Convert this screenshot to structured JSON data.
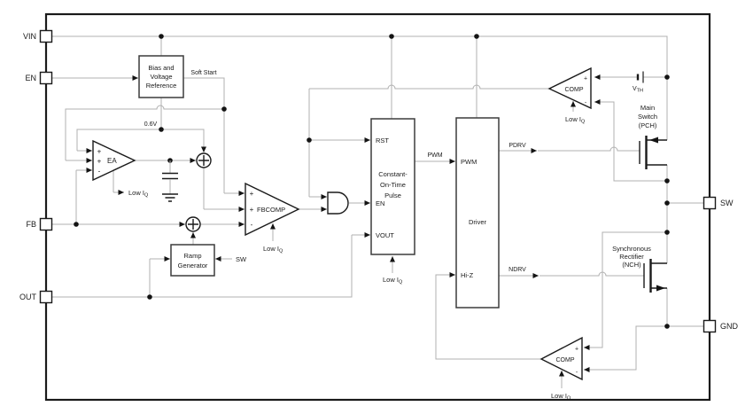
{
  "colors": {
    "wire": "#b0b0b0",
    "ink": "#1a1a1a",
    "block_border": "#3c3c3c",
    "background": "#ffffff"
  },
  "pins": {
    "vin": "VIN",
    "en": "EN",
    "fb": "FB",
    "out": "OUT",
    "sw": "SW",
    "gnd": "GND"
  },
  "blocks": {
    "bias": {
      "line1": "Bias and",
      "line2": "Voltage",
      "line3": "Reference"
    },
    "ramp": {
      "line1": "Ramp",
      "line2": "Generator"
    },
    "cot": {
      "rst": "RST",
      "line1": "Constant-",
      "line2": "On-Time",
      "line3": "Pulse",
      "en": "EN",
      "vout": "VOUT"
    },
    "driver": {
      "pwm": "PWM",
      "title": "Driver",
      "hiz": "Hi-Z"
    }
  },
  "amps": {
    "ea": {
      "label": "EA",
      "plus1": "+",
      "plus2": "+",
      "minus": "-"
    },
    "fbcomp": {
      "label": "FBCOMP",
      "plus1": "+",
      "plus2": "+",
      "minus": "-"
    },
    "comp_top": {
      "label": "COMP",
      "plus": "+",
      "minus": "-"
    },
    "comp_bottom": {
      "label": "COMP",
      "plus": "+",
      "minus": "-"
    }
  },
  "signals": {
    "soft_start": "Soft Start",
    "vref": "0.6V",
    "pwm": "PWM",
    "pdrv": "PDRV",
    "ndrv": "NDRV",
    "ramp_sw": "SW"
  },
  "low_iq": {
    "text": "Low I",
    "sub": "Q"
  },
  "vth": {
    "text": "V",
    "sub": "TH"
  },
  "transistors": {
    "main_switch": {
      "line1": "Main",
      "line2": "Switch",
      "line3": "(PCH)"
    },
    "sync_rect": {
      "line1": "Synchronous",
      "line2": "Rectifier",
      "line3": "(NCH)"
    }
  }
}
